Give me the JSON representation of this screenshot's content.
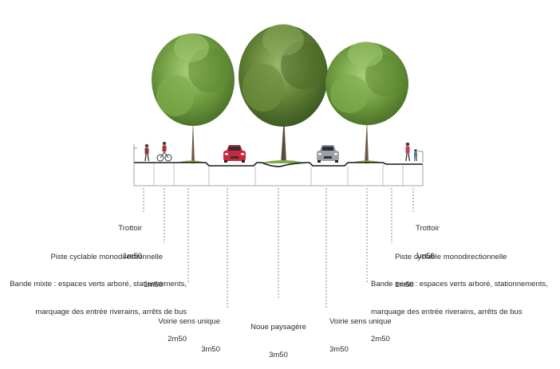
{
  "labels": {
    "left": {
      "trottoir": {
        "line1": "Trottoir",
        "line2": "1m50"
      },
      "piste": {
        "line1": "Piste cyclable monodirectionnelle",
        "line2": "1m50"
      },
      "bande": {
        "line1": "Bande mixte : espaces verts arboré, stationnements,",
        "line2": "marquage des entrée riverains, arrêts de bus",
        "line3": "2m50"
      },
      "voirie": {
        "line1": "Voirie sens unique",
        "line2": "3m50"
      }
    },
    "center": {
      "noue": {
        "line1": "Noue paysagère",
        "line2": "3m50"
      }
    },
    "right": {
      "trottoir": {
        "line1": "Trottoir",
        "line2": "1m50"
      },
      "piste": {
        "line1": "Piste cyclable monodirectionnelle",
        "line2": "1m50"
      },
      "bande": {
        "line1": "Bande mixte : espaces verts arboré, stationnements,",
        "line2": "marquage des entrée riverains, arrêts de bus",
        "line3": "2m50"
      },
      "voirie": {
        "line1": "Voirie sens unique",
        "line2": "3m50"
      }
    }
  },
  "colors": {
    "foliage_dark": "#4f7a2e",
    "foliage_light": "#8fb85a",
    "trunk": "#6a5a48",
    "car_red": "#c8283a",
    "car_grey": "#9aa0a6",
    "ground_line": "#1a1a1a",
    "dash_line": "#555555"
  }
}
